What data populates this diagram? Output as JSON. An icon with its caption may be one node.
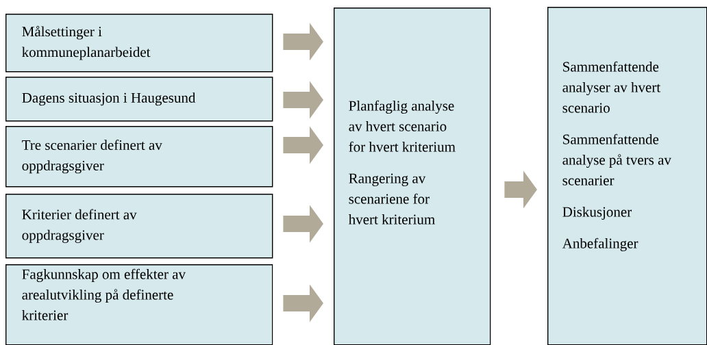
{
  "diagram": {
    "nodes": [
      {
        "text": [
          "Målsettinger i kommuneplanarbeidet"
        ]
      },
      {
        "text": [
          "Dagens situasjon i Haugesund"
        ]
      },
      {
        "text": [
          "Tre scenarier definert av oppdragsgiver"
        ]
      },
      {
        "text": [
          "Kriterier definert av oppdragsgiver"
        ]
      },
      {
        "text": [
          "Fagkunnskap om effekter av arealutvikling på definerte kriterier"
        ]
      },
      {
        "text": [
          "Planfaglig analyse av hvert scenario for hvert kriterium",
          "Rangering av scenariene for hvert kriterium"
        ]
      },
      {
        "text": [
          "Sammenfattende analyser av hvert scenario",
          "Sammenfattende analyse på tvers av scenarier",
          "Diskusjoner",
          "Anbefalinger"
        ]
      }
    ],
    "edges": [
      {
        "from": 0,
        "to": 5,
        "arrow": "to"
      },
      {
        "from": 1,
        "to": 5,
        "arrow": "to"
      },
      {
        "from": 2,
        "to": 5,
        "arrow": "to"
      },
      {
        "from": 3,
        "to": 5,
        "arrow": "to"
      },
      {
        "from": 4,
        "to": 5,
        "arrow": "to"
      },
      {
        "from": 5,
        "to": 6,
        "arrow": "to"
      }
    ]
  }
}
